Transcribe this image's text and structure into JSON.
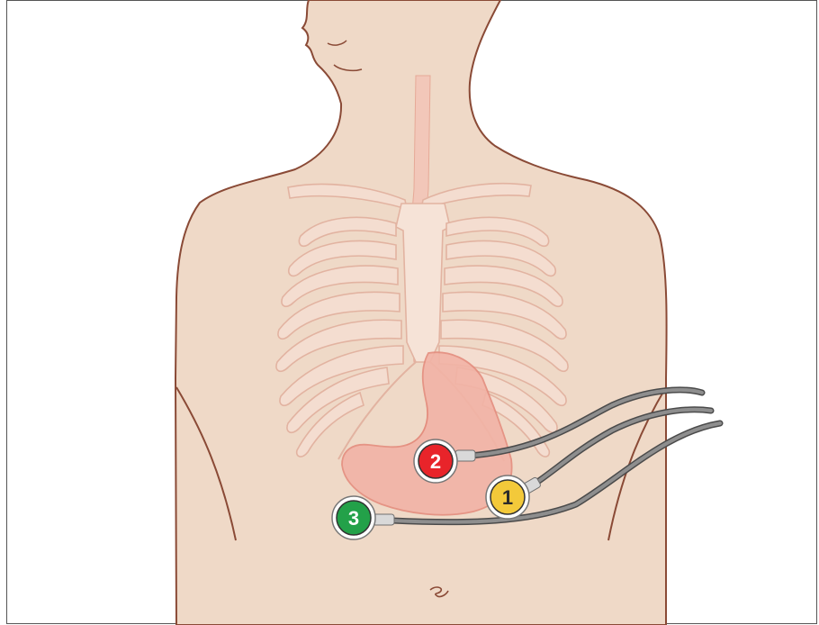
{
  "colors": {
    "skin": "#efd9c7",
    "skin_outline": "#8a4a36",
    "rib": "#f2d7c9",
    "rib_outline": "#e2b3a1",
    "stomach": "#f2b3a6",
    "stomach_outline": "#e48d7e",
    "esophagus": "#f2c7b9",
    "lead_wire": "#6f6f6f",
    "frame": "#555555"
  },
  "electrodes": [
    {
      "id": "electrode-1",
      "label": "1",
      "color": "#f3c93a",
      "text_color": "#2a2a2a"
    },
    {
      "id": "electrode-2",
      "label": "2",
      "color": "#e8242a",
      "text_color": "#ffffff"
    },
    {
      "id": "electrode-3",
      "label": "3",
      "color": "#23a149",
      "text_color": "#ffffff"
    }
  ],
  "icons": [
    "navel-icon"
  ]
}
